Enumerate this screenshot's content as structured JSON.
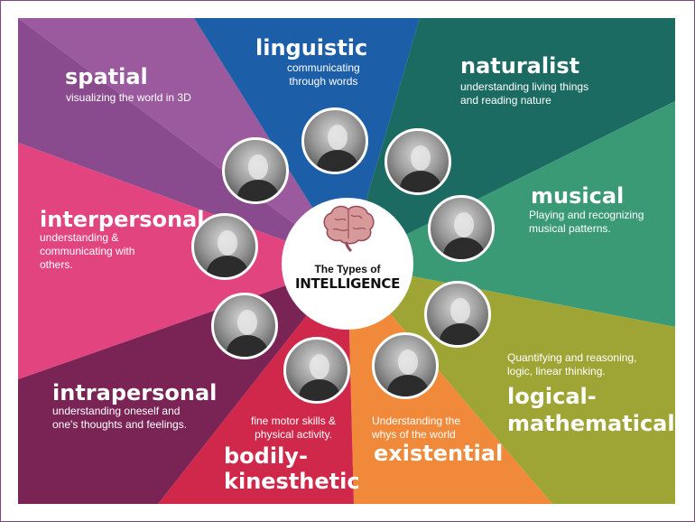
{
  "center": {
    "line1": "The Types of",
    "line2": "INTELLIGENCE"
  },
  "segments": [
    {
      "key": "spatial",
      "title": "spatial",
      "description": "visualizing the world in 3D",
      "color": "#9b5a9e"
    },
    {
      "key": "linguistic",
      "title": "linguistic",
      "description": "communicating\nthrough words",
      "color": "#1c5ea8"
    },
    {
      "key": "naturalist",
      "title": "naturalist",
      "description": "understanding living things\nand reading nature",
      "color": "#1b6b63"
    },
    {
      "key": "musical",
      "title": "musical",
      "description": "Playing and recognizing\nmusical patterns.",
      "color": "#3a9a75"
    },
    {
      "key": "logical",
      "title": "logical-\nmathematical",
      "description": "Quantifying and reasoning,\nlogic, linear thinking.",
      "color": "#9ea535"
    },
    {
      "key": "existential",
      "title": "existential",
      "description": "Understanding the\nwhys of the world",
      "color": "#f08a3a"
    },
    {
      "key": "bodily",
      "title": "bodily-\nkinesthetic",
      "description": "fine motor skills &\nphysical activity.",
      "color": "#d0284a"
    },
    {
      "key": "intrapersonal",
      "title": "intrapersonal",
      "description": "understanding oneself and\none's thoughts and feelings.",
      "color": "#7a2355"
    },
    {
      "key": "interpersonal",
      "title": "interpersonal",
      "description": "understanding &\ncommunicating with\nothers.",
      "color": "#e2447f"
    }
  ],
  "extra_colors": {
    "spatial_dark": "#8a4a8e",
    "teal_wedge": "#2a8a72",
    "brain": "#d79a9a",
    "brain_outline": "#9a4a5a"
  },
  "portraits": [
    {
      "for": "spatial",
      "icon": "portrait-frida"
    },
    {
      "for": "linguistic",
      "icon": "portrait-virginia"
    },
    {
      "for": "naturalist",
      "icon": "portrait-lamarck"
    },
    {
      "for": "musical",
      "icon": "portrait-mozart"
    },
    {
      "for": "logical",
      "icon": "portrait-einstein"
    },
    {
      "for": "existential",
      "icon": "portrait-aristotle"
    },
    {
      "for": "bodily",
      "icon": "portrait-bruce-lee"
    },
    {
      "for": "intrapersonal",
      "icon": "portrait-maya-angelou"
    },
    {
      "for": "interpersonal",
      "icon": "portrait-marilyn"
    }
  ]
}
